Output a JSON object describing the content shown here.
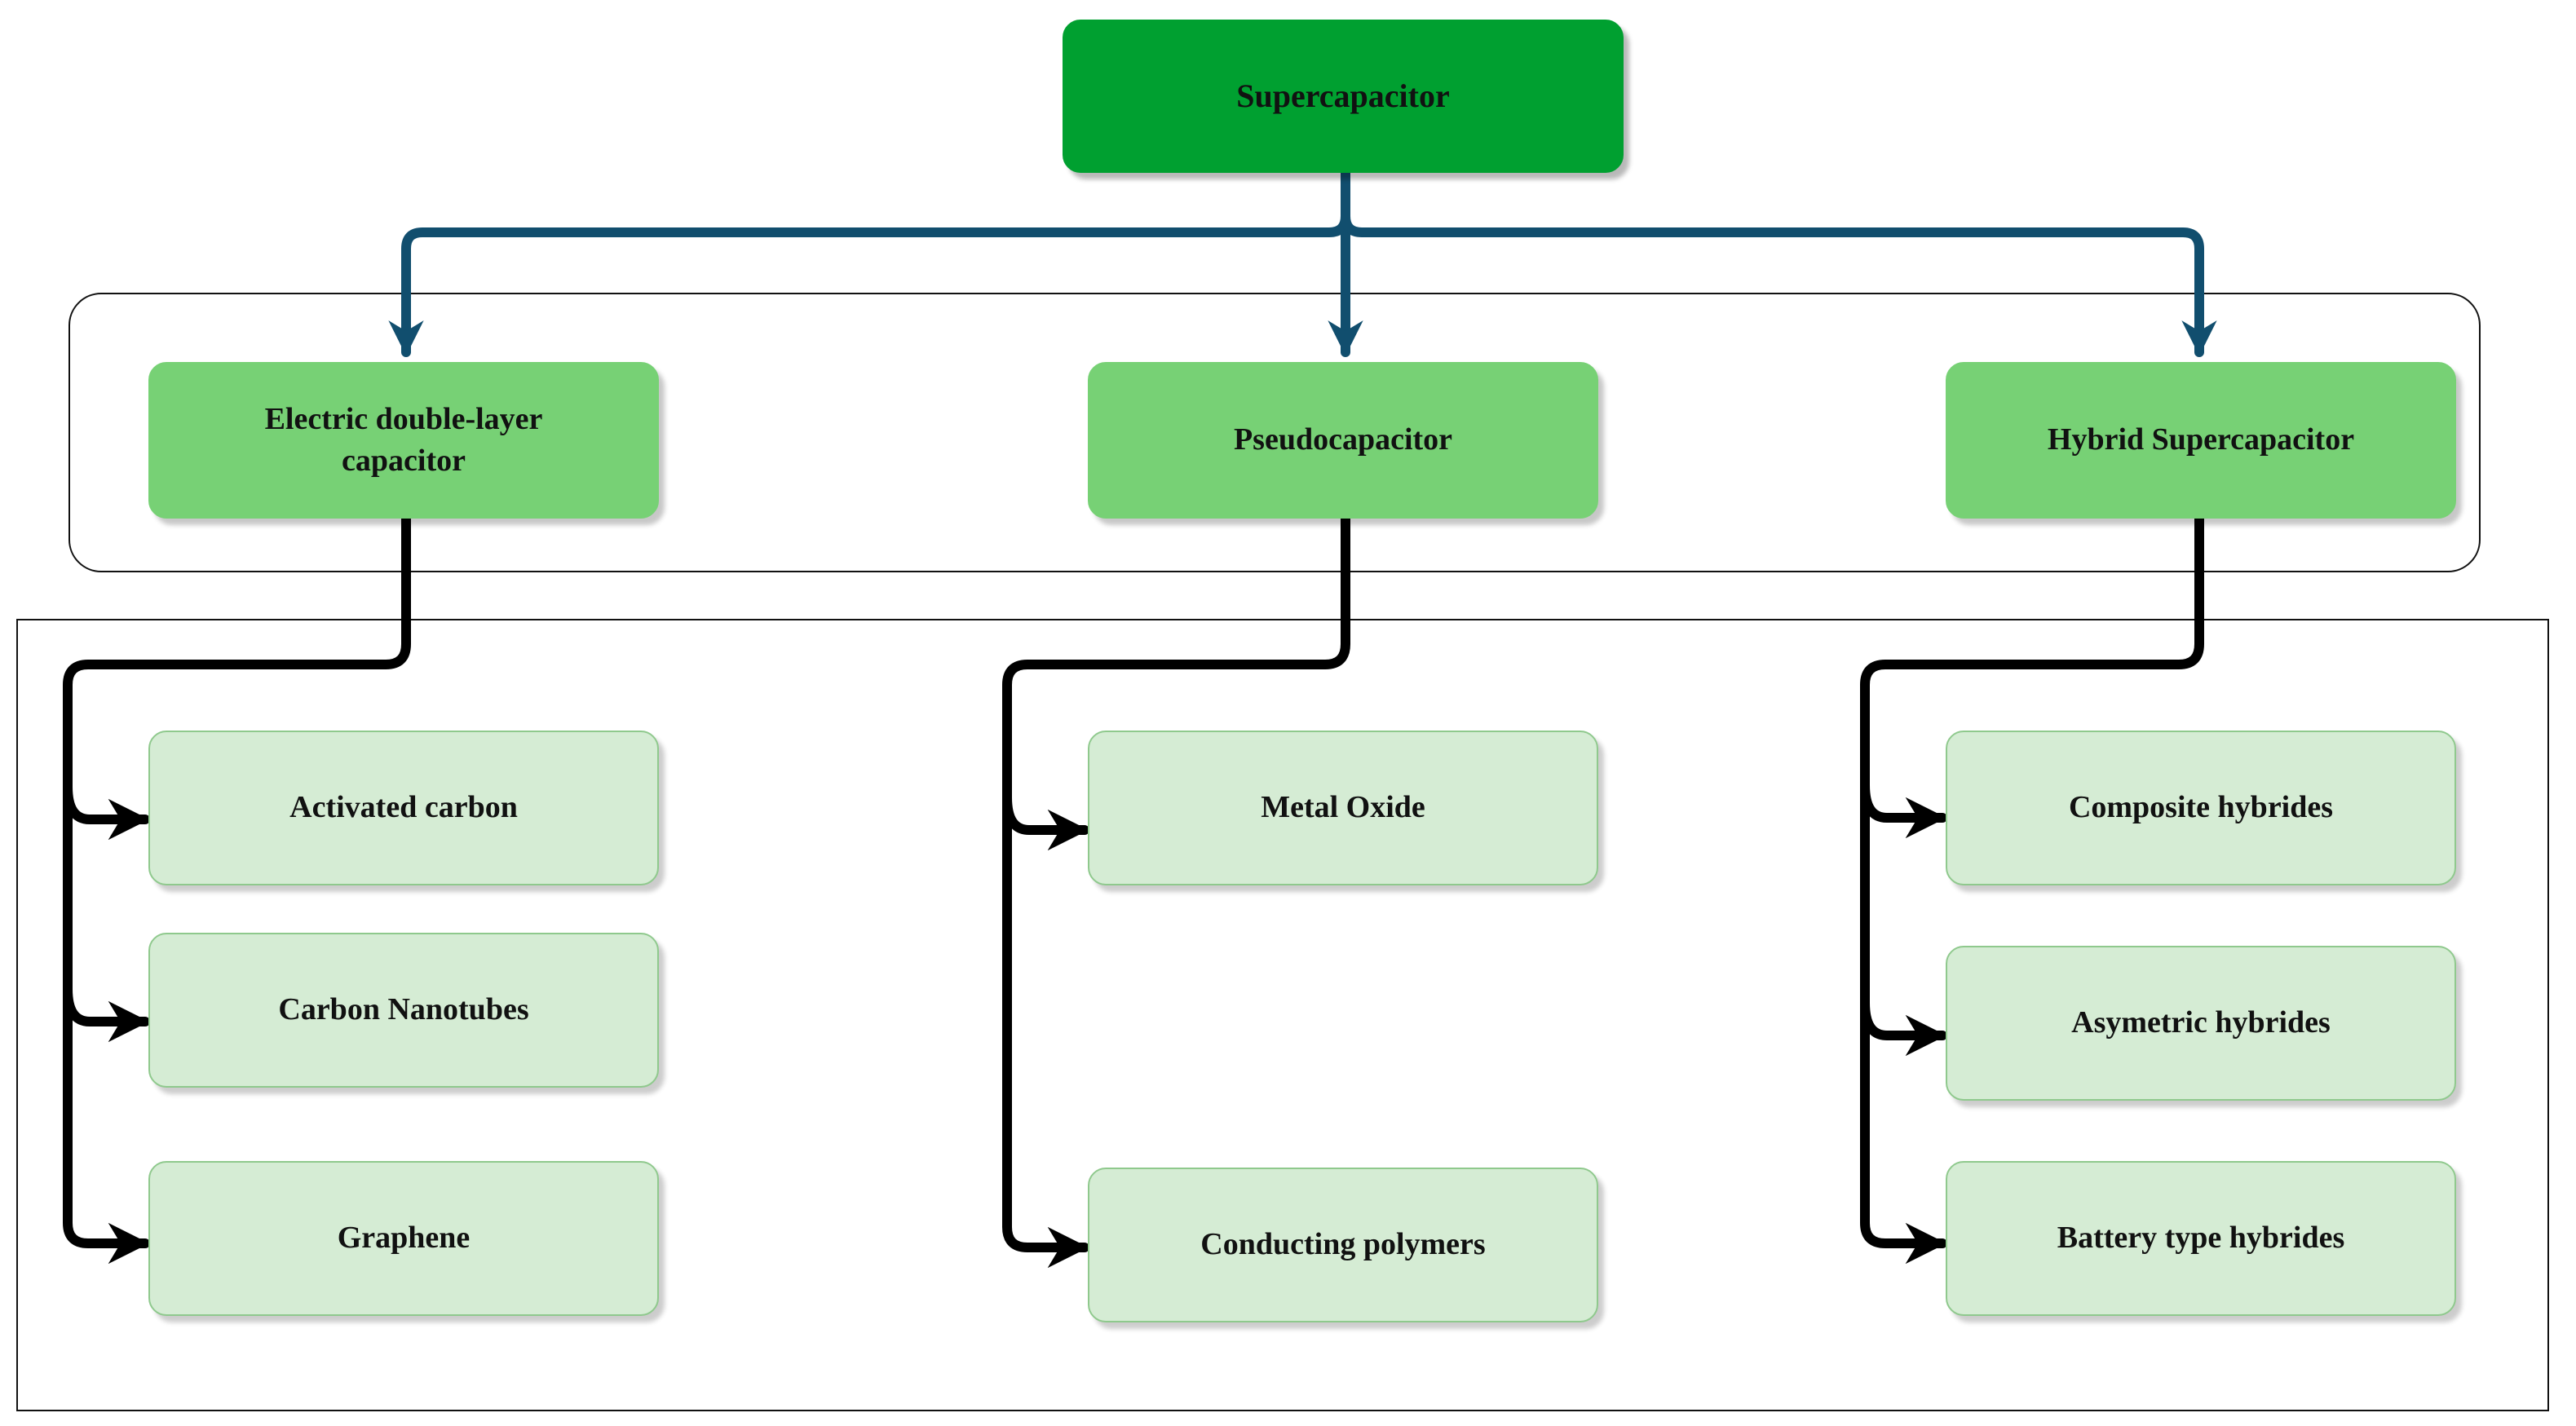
{
  "diagram": {
    "root": {
      "label": "Supercapacitor"
    },
    "types": [
      {
        "label": "Electric double-layer capacitor"
      },
      {
        "label": "Pseudocapacitor"
      },
      {
        "label": "Hybrid Supercapacitor"
      }
    ],
    "materials": {
      "edlc": [
        "Activated carbon",
        "Carbon Nanotubes",
        "Graphene"
      ],
      "pseudo": [
        "Metal Oxide",
        "Conducting polymers"
      ],
      "hybrid": [
        "Composite hybrides",
        "Asymetric hybrides",
        "Battery type hybrides"
      ]
    },
    "colors": {
      "root_fill": "#00a030",
      "type_fill": "#77d175",
      "material_fill": "#d5ecd4",
      "top_connector": "#114e6e",
      "bottom_connector": "#000000"
    }
  }
}
